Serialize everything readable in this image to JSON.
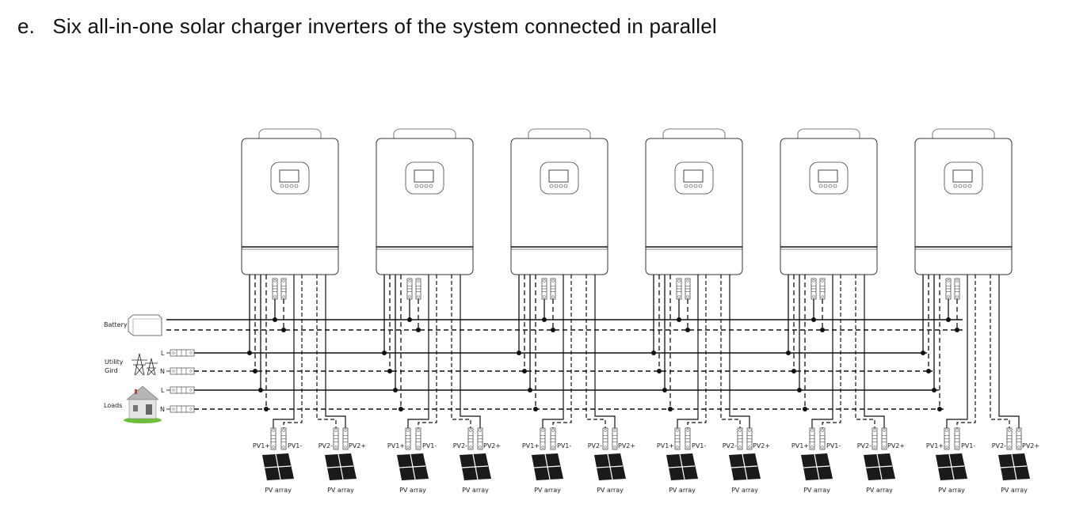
{
  "title": "e.   Six all-in-one solar charger inverters of the system connected in parallel",
  "inverter_count": 6,
  "sources": {
    "battery": "Battery",
    "utility_line1": "Utility",
    "utility_line2": "Gird",
    "loads": "Loads",
    "line": "L",
    "neutral": "N"
  },
  "pv_labels": {
    "pv1_plus": "PV1+",
    "pv1_minus": "PV1-",
    "pv2_minus": "PV2-",
    "pv2_plus": "PV2+",
    "array": "PV array"
  },
  "colors": {
    "line": "#111111",
    "panel": "#1a1a1a",
    "roof": "#a9a9a9",
    "grass": "#6cbf3a"
  }
}
